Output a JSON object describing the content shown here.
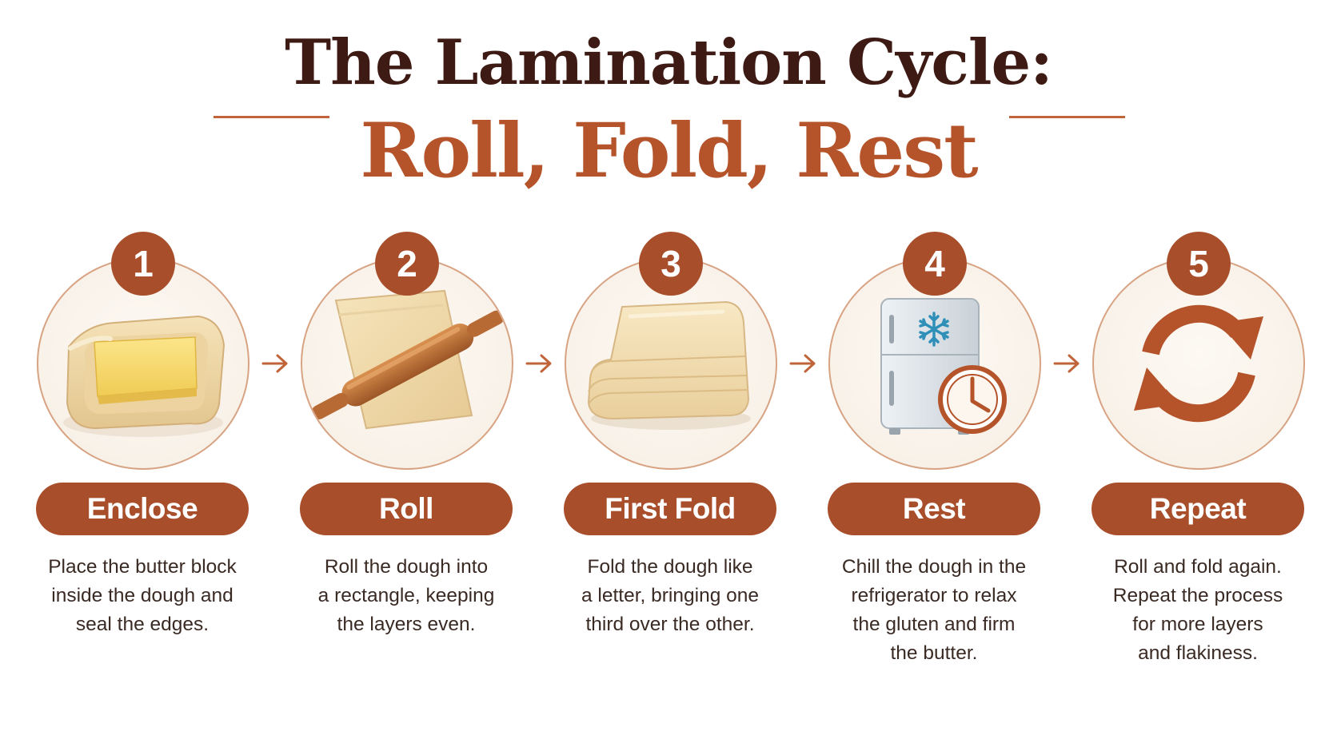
{
  "title": {
    "line1": "The Lamination Cycle:",
    "line2": "Roll, Fold, Rest"
  },
  "colors": {
    "accent": "#a84e2b",
    "title_dark": "#3e1a14",
    "title_accent": "#b5532a"
  },
  "steps": [
    {
      "number": "1",
      "label": "Enclose",
      "icon": "butter-in-dough-icon",
      "desc": [
        "Place the butter block",
        "inside the dough and",
        "seal the edges."
      ]
    },
    {
      "number": "2",
      "label": "Roll",
      "icon": "rolling-pin-icon",
      "desc": [
        "Roll the dough into",
        "a rectangle, keeping",
        "the layers even."
      ]
    },
    {
      "number": "3",
      "label": "First Fold",
      "icon": "folded-dough-icon",
      "desc": [
        "Fold the dough like",
        "a letter, bringing one",
        "third over the other."
      ]
    },
    {
      "number": "4",
      "label": "Rest",
      "icon": "refrigerator-clock-icon",
      "desc": [
        "Chill the dough in the",
        "refrigerator to relax",
        "the gluten and firm",
        "the butter."
      ]
    },
    {
      "number": "5",
      "label": "Repeat",
      "icon": "repeat-cycle-icon",
      "desc": [
        "Roll and fold again.",
        "Repeat the process",
        "for more layers",
        "and flakiness."
      ]
    }
  ]
}
